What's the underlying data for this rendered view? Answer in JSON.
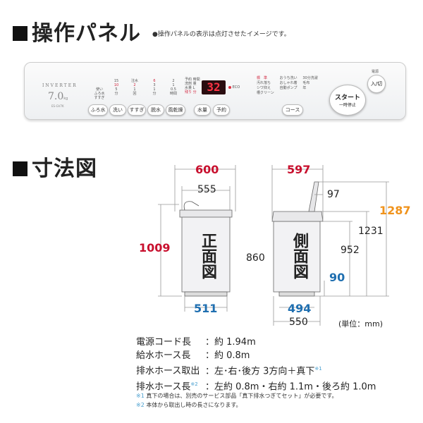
{
  "panel_section": {
    "title": "操作パネル",
    "note": "●操作パネルの表示は点灯させたイメージです。",
    "inverter_label": "INVERTER",
    "capacity": "7.0",
    "capacity_unit": "kg",
    "model": "ES-GV7K",
    "button_labels": [
      "ふろ水",
      "洗い",
      "すすぎ",
      "脱水",
      "風乾燥",
      "水量",
      "予約",
      "コース"
    ],
    "col1": [
      "使い",
      "ふろ水",
      "すすぎ"
    ],
    "col2": [
      "15",
      "10",
      "5",
      "分"
    ],
    "col3": [
      "注水",
      "2",
      "1",
      "回"
    ],
    "col4": [
      "6",
      "3",
      "1",
      "分"
    ],
    "col5": [
      "2",
      "1",
      "0.5",
      "時間"
    ],
    "timer_labels": [
      "予約 時間",
      "洗剤 量",
      "水量 L",
      "残り 分"
    ],
    "display_value": "32",
    "eco_label": "ECO",
    "course_grid": [
      "標　準",
      "おうち洗い",
      "30分洗濯",
      "汚れ落ち",
      "おしゃれ着",
      "毛布",
      "シワ抑え",
      "自動ポンプ",
      "年",
      "槽クリーン"
    ],
    "start_label": "スタート",
    "start_sub": "一時停止",
    "power_top": "電源",
    "power_label": "入/切"
  },
  "dim_section": {
    "title": "寸法図",
    "front_label": "正面図",
    "side_label": "側面図",
    "front_width": "600",
    "front_inner_width": "555",
    "front_height": "1009",
    "front_base_width": "511",
    "front_body_height": "860",
    "side_width": "597",
    "side_lid_offset": "97",
    "side_open_height": "1287",
    "side_total_height": "1231",
    "side_body_height": "952",
    "side_base_height": "90",
    "side_base_width": "494",
    "side_foot_width": "550",
    "unit": "(単位：mm)"
  },
  "specs": [
    {
      "label": "電源コード長",
      "value": "：約 1.94m"
    },
    {
      "label": "給水ホース長",
      "value": "：約 0.8m"
    },
    {
      "label": "排水ホース取出",
      "value": "：左･右･後方 3方向＋真下",
      "mark": "※1"
    },
    {
      "label": "排水ホース長",
      "mark": "※2",
      "value": "：左約 0.8m・右約 1.1m・後ろ約 1.0m"
    }
  ],
  "footnotes": [
    {
      "mark": "※1",
      "text": "真下の場合は、別売のサービス部品「真下排水つぎてセット」が必要です。"
    },
    {
      "mark": "※2",
      "text": "本体から取出し時の長さになります。"
    }
  ],
  "colors": {
    "red": "#c8102e",
    "blue": "#1f6fb0",
    "orange": "#f0931c"
  }
}
